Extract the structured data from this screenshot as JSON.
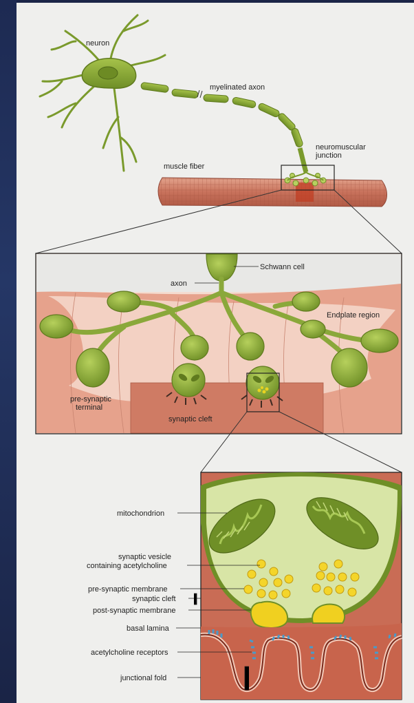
{
  "labels": {
    "neuron": "neuron",
    "myelinated_axon": "myelinated axon",
    "neuromuscular_junction_1": "neuromuscular",
    "neuromuscular_junction_2": "junction",
    "muscle_fiber": "muscle fiber",
    "schwann_cell": "Schwann cell",
    "axon": "axon",
    "endplate_region": "Endplate region",
    "presynaptic_terminal_1": "pre-synaptic",
    "presynaptic_terminal_2": "terminal",
    "synaptic_cleft_mid": "synaptic cleft",
    "mitochondrion": "mitochondrion",
    "synaptic_vesicle_1": "synaptic vesicle",
    "synaptic_vesicle_2": "containing acetylcholine",
    "presynaptic_membrane": "pre-synaptic membrane",
    "synaptic_cleft": "synaptic cleft",
    "postsynaptic_membrane": "post-synaptic membrane",
    "basal_lamina": "basal lamina",
    "ach_receptors": "acetylcholine receptors",
    "junctional_fold": "junctional fold"
  },
  "colors": {
    "neuron_green": "#8aa83a",
    "neuron_dark": "#5f7a1e",
    "muscle_red": "#c9705a",
    "muscle_light": "#e8b9a4",
    "vesicle_yellow": "#f0d020",
    "receptor_blue": "#4a9ac8",
    "page": "#efefed"
  }
}
